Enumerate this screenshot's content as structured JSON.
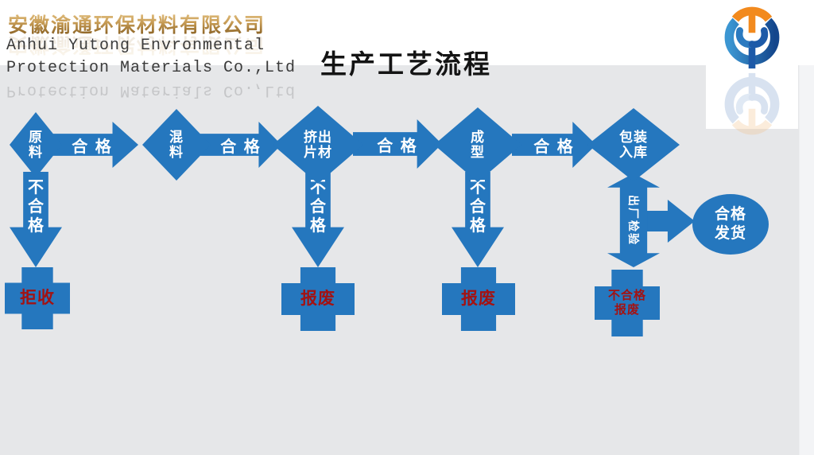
{
  "header": {
    "company_cn": "安徽渝通环保材料有限公司",
    "company_en_1": "Anhui Yutong Envronmental",
    "company_en_2": "Protection Materials Co.,Ltd",
    "title": "生产工艺流程"
  },
  "flow": {
    "stages": [
      "原料",
      "混料",
      "挤出片材",
      "成型",
      "包装入库"
    ],
    "pass_label": "合 格",
    "fail_label": "不合格",
    "inspection_label": "出厂检验",
    "outcomes": [
      "拒收",
      "报废",
      "报废",
      "不合格报废"
    ],
    "ship_label": "合格发货"
  },
  "colors": {
    "shape_blue": "#2577BE",
    "fail_text_red": "#A31212",
    "gold_text": "#C79C55",
    "background_gray": "#E6E7E9",
    "logo_orange": "#F28A1E",
    "logo_blue_dark": "#14468C"
  },
  "icons": {
    "logo": "yutong-tulip-logo"
  }
}
